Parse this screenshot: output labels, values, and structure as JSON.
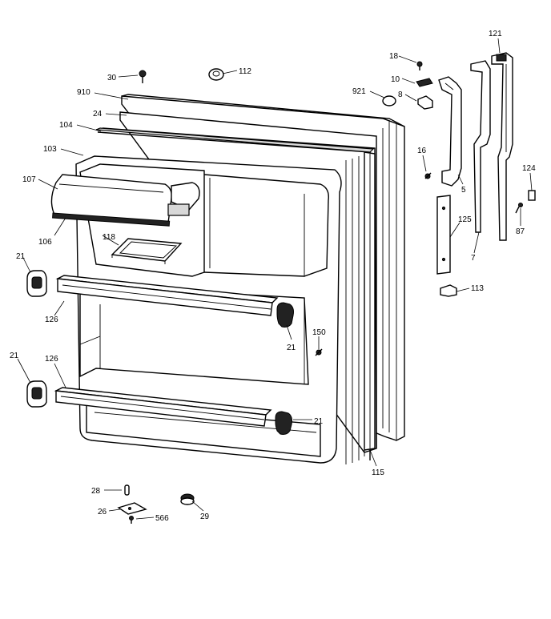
{
  "labels": {
    "l30": "30",
    "l112": "112",
    "l910": "910",
    "l24": "24",
    "l104": "104",
    "l103": "103",
    "l107": "107",
    "l106": "106",
    "l118": "118",
    "l21a": "21",
    "l126a": "126",
    "l21b": "21",
    "l126b": "126",
    "l21c": "21",
    "l21d": "21",
    "l150": "150",
    "l115": "115",
    "l28": "28",
    "l26": "26",
    "l566": "566",
    "l29": "29",
    "l18": "18",
    "l10": "10",
    "l921": "921",
    "l8": "8",
    "l16": "16",
    "l5": "5",
    "l121": "121",
    "l124": "124",
    "l125": "125",
    "l7": "7",
    "l87": "87",
    "l113": "113"
  }
}
